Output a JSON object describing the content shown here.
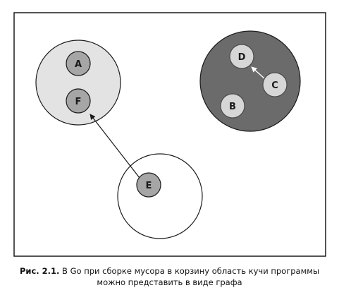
{
  "diagram": {
    "nodes": {
      "A": "A",
      "F": "F",
      "D": "D",
      "C": "C",
      "B": "B",
      "E": "E"
    },
    "edges": [
      {
        "from": "E",
        "to": "F"
      },
      {
        "from": "C",
        "to": "D"
      }
    ],
    "colors": {
      "frame": "#1a1a1a",
      "region_light": "#e3e3e3",
      "region_dark": "#6b6b6b",
      "region_empty": "#ffffff",
      "node_gray": "#a6a6a6",
      "node_light": "#d6d6d6"
    }
  },
  "caption": {
    "prefix": "Рис. 2.1.",
    "line1": " В Go при сборке мусора в корзину область кучи программы",
    "line2": "можно представить в виде графа"
  }
}
